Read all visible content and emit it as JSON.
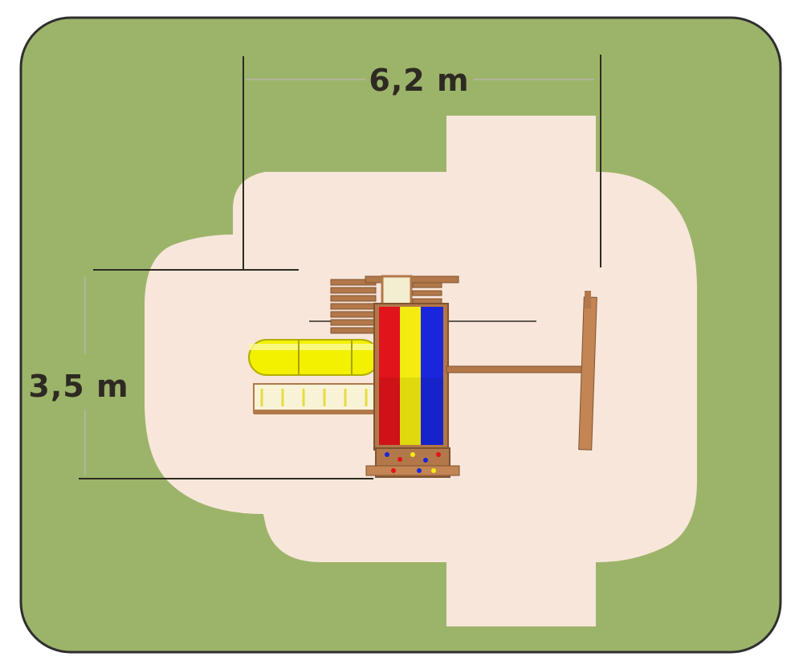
{
  "dimensions": {
    "width_label": "6,2 m",
    "depth_label": "3,5 m"
  },
  "colors": {
    "lawn": "#9cb46a",
    "lawn_border": "#2f2f2f",
    "safety_zone": "#f8e6da",
    "dimension_line": "#2e2a22",
    "wood": "#b2784a",
    "wood_dark": "#7f5330",
    "canopy_red": "#e1141b",
    "canopy_yellow": "#f4ec10",
    "canopy_blue": "#1a26dc",
    "slide_yellow": "#f3f000"
  },
  "icons": {
    "playset": "wooden-playset-top-view",
    "slide": "tube-slide",
    "swing": "swing-beam"
  }
}
